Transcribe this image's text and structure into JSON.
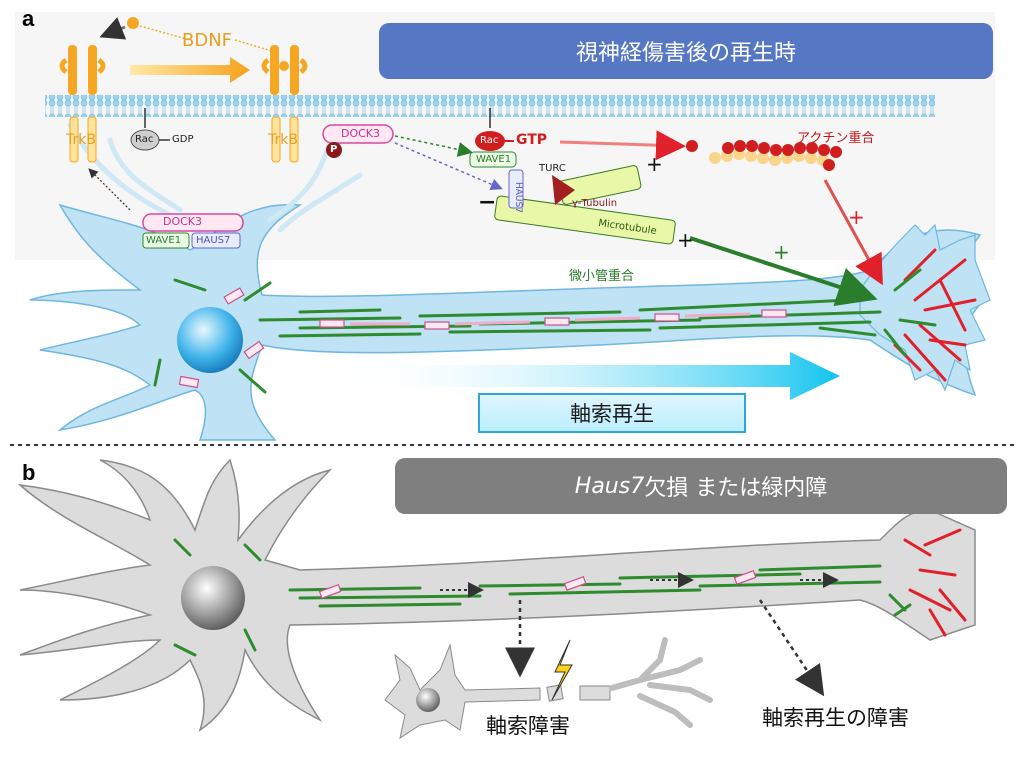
{
  "panel_a": {
    "letter": "a",
    "banner": "視神経傷害後の再生時",
    "bdnf": "BDNF",
    "trkb_left": "TrkB",
    "trkb_right": "TrkB",
    "rac_gdp_rac": "Rac",
    "rac_gdp_gdp": "GDP",
    "rac_gtp_rac": "Rac",
    "rac_gtp_gtp": "GTP",
    "dock3_membrane": "DOCK3",
    "phospho": "P",
    "wave1_top": "WAVE1",
    "dock3_complex": "DOCK3",
    "wave1_complex": "WAVE1",
    "haus7_complex": "HAUS7",
    "turc": "TURC",
    "haus7_tag": "HAUS7",
    "gamma_tubulin": "γ-Tubulin",
    "microtubule": "Microtubule",
    "plus_top": "+",
    "plus_right": "+",
    "minus_left": "−",
    "actin_label": "アクチン重合",
    "mt_label": "微小管重合",
    "plus_red": "+",
    "plus_green": "+",
    "regen_label": "軸索再生"
  },
  "panel_b": {
    "letter": "b",
    "banner_italic": "Haus7",
    "banner_rest": "欠損 または緑内障",
    "injury_label": "軸索障害",
    "impaired_label": "軸索再生の障害"
  },
  "colors": {
    "banner_a": "#5577c4",
    "banner_b": "#7f7f7f",
    "trkb": "#f5a623",
    "neuron_a": "#bfe3f5",
    "neuron_b": "#dcdcdc",
    "microtubule": "#2e8b2e",
    "actin": "#e0202a",
    "dock3": "#d64a9e"
  },
  "icons": [
    "lightning-icon",
    "nucleus-icon",
    "growth-arrow-icon"
  ]
}
